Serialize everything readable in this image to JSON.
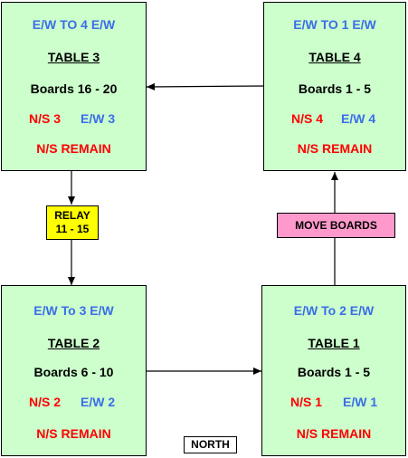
{
  "tables": [
    {
      "id": "table-3",
      "move": "E/W TO 4 E/W",
      "title": "TABLE  3",
      "boards": "Boards 16  -  20",
      "ns": "N/S 3",
      "ew": "E/W 3",
      "remain": "N/S REMAIN"
    },
    {
      "id": "table-4",
      "move": "E/W TO 1 E/W",
      "title": "TABLE  4",
      "boards": "Boards 1 - 5",
      "ns": "N/S 4",
      "ew": "E/W  4",
      "remain": "N/S REMAIN"
    },
    {
      "id": "table-2",
      "move": "E/W  To 3 E/W",
      "title": "TABLE  2",
      "boards": "Boards 6 - 10",
      "ns": "N/S 2",
      "ew": "E/W 2",
      "remain": "N/S REMAIN"
    },
    {
      "id": "table-1",
      "move": "E/W  To 2 E/W",
      "title": "TABLE  1",
      "boards": "Boards 1 - 5",
      "ns": "N/S 1",
      "ew": "E/W 1",
      "remain": "N/S REMAIN"
    }
  ],
  "relay": {
    "line1": "RELAY",
    "line2": "11 - 15",
    "color": "#ffff00"
  },
  "move_boards": {
    "label": "MOVE BOARDS",
    "color": "#ff99cc"
  },
  "north": {
    "label": "NORTH"
  },
  "colors": {
    "table_fill": "#ccffcc",
    "ew_text": "#3a6ee8",
    "ns_text": "#ff0000"
  }
}
